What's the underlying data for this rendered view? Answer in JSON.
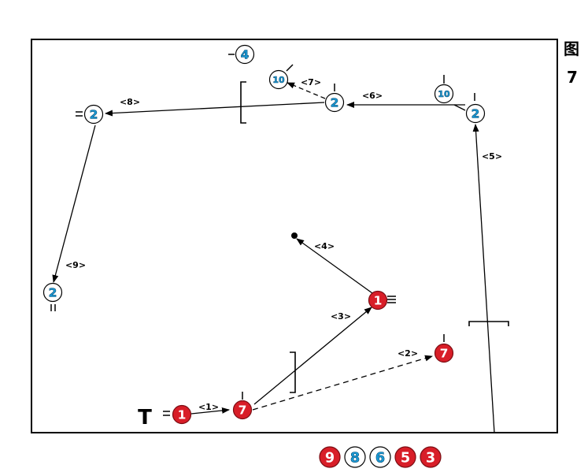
{
  "figure": {
    "label_char": "图",
    "label_num": "7"
  },
  "colors": {
    "red": "#d81e28",
    "blue": "#1a9ad6",
    "line": "#000000",
    "white": "#ffffff"
  },
  "players": [
    {
      "id": "red-1-bottom",
      "team": "red",
      "number": "1"
    },
    {
      "id": "red-7-bottom",
      "team": "red",
      "number": "7"
    },
    {
      "id": "red-1-mid",
      "team": "red",
      "number": "1"
    },
    {
      "id": "red-7-right",
      "team": "red",
      "number": "7"
    },
    {
      "id": "blue-2-right",
      "team": "blue",
      "number": "2"
    },
    {
      "id": "blue-10-right",
      "team": "blue",
      "number": "10"
    },
    {
      "id": "blue-2-mid",
      "team": "blue",
      "number": "2"
    },
    {
      "id": "blue-10-top",
      "team": "blue",
      "number": "10"
    },
    {
      "id": "blue-4-top",
      "team": "blue",
      "number": "4"
    },
    {
      "id": "blue-2-left",
      "team": "blue",
      "number": "2"
    },
    {
      "id": "blue-2-bottomleft",
      "team": "blue",
      "number": "2"
    }
  ],
  "step_labels": [
    "<1>",
    "<2>",
    "<3>",
    "<4>",
    "<5>",
    "<6>",
    "<7>",
    "<8>",
    "<9>"
  ],
  "bench": [
    {
      "team": "red",
      "number": "9"
    },
    {
      "team": "blue",
      "number": "8"
    },
    {
      "team": "blue",
      "number": "6"
    },
    {
      "team": "red",
      "number": "5"
    },
    {
      "team": "red",
      "number": "3"
    }
  ],
  "t_marker": "T"
}
